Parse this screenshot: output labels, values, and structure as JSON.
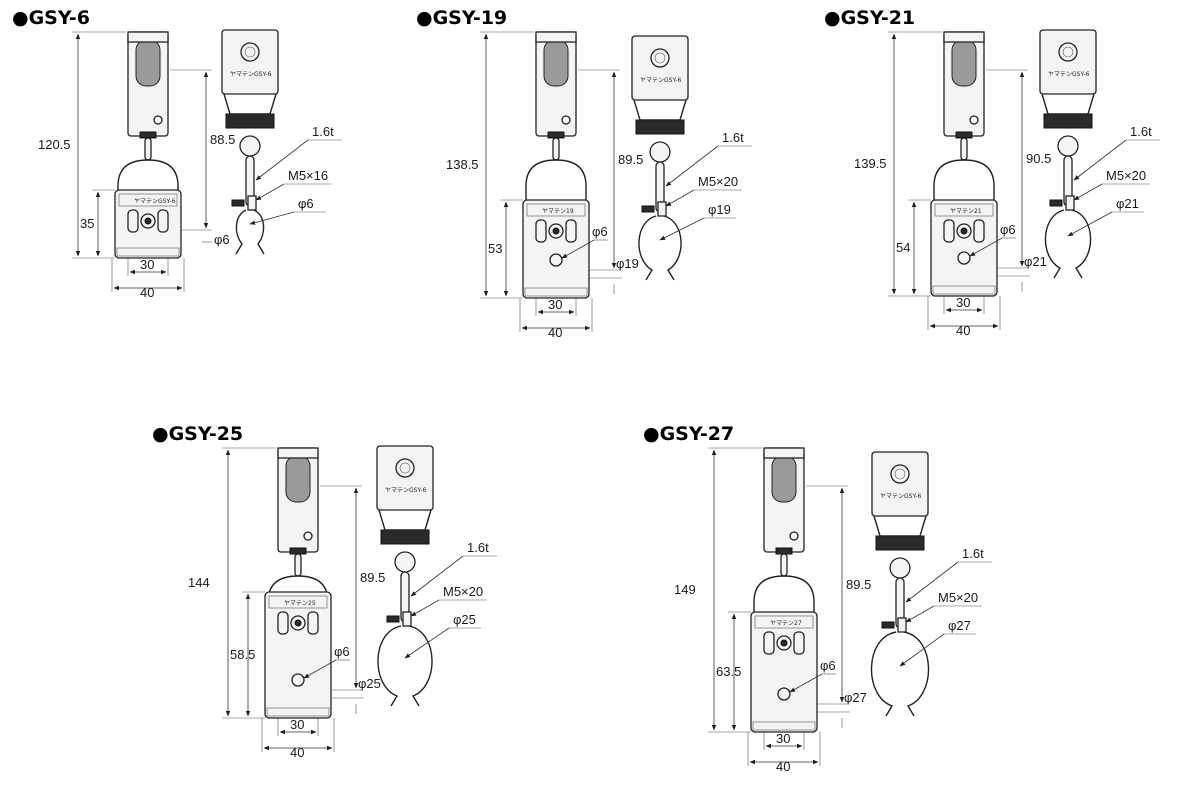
{
  "models": [
    {
      "id": "gsy-6",
      "title": "●GSY-6",
      "total_height": "120.5",
      "upper_height": "88.5",
      "lower_height": "35",
      "pin": "φ6",
      "width_inner": "30",
      "width_outer": "40",
      "thickness": "1.6t",
      "bolt": "M5×16",
      "ring": "φ6",
      "body_label": "ヤマテンGSY-6",
      "head_label": "ヤマテンGSY-6"
    },
    {
      "id": "gsy-19",
      "title": "●GSY-19",
      "total_height": "138.5",
      "upper_height": "89.5",
      "lower_height": "53",
      "pin": "φ6",
      "pipe": "φ19",
      "width_inner": "30",
      "width_outer": "40",
      "thickness": "1.6t",
      "bolt": "M5×20",
      "ring": "φ19",
      "body_label": "ヤマテン19",
      "head_label": "ヤマテンGSY-6"
    },
    {
      "id": "gsy-21",
      "title": "●GSY-21",
      "total_height": "139.5",
      "upper_height": "90.5",
      "lower_height": "54",
      "pin": "φ6",
      "pipe": "φ21",
      "width_inner": "30",
      "width_outer": "40",
      "thickness": "1.6t",
      "bolt": "M5×20",
      "ring": "φ21",
      "body_label": "ヤマテン21",
      "head_label": "ヤマテンGSY-6"
    },
    {
      "id": "gsy-25",
      "title": "●GSY-25",
      "total_height": "144",
      "upper_height": "89.5",
      "lower_height": "58.5",
      "pin": "φ6",
      "pipe": "φ25",
      "width_inner": "30",
      "width_outer": "40",
      "thickness": "1.6t",
      "bolt": "M5×20",
      "ring": "φ25",
      "body_label": "ヤマテン25",
      "head_label": "ヤマテンGSY-6"
    },
    {
      "id": "gsy-27",
      "title": "●GSY-27",
      "total_height": "149",
      "upper_height": "89.5",
      "lower_height": "63.5",
      "pin": "φ6",
      "pipe": "φ27",
      "width_inner": "30",
      "width_outer": "40",
      "thickness": "1.6t",
      "bolt": "M5×20",
      "ring": "φ27",
      "body_label": "ヤマテン27",
      "head_label": "ヤマテンGSY-6"
    }
  ]
}
